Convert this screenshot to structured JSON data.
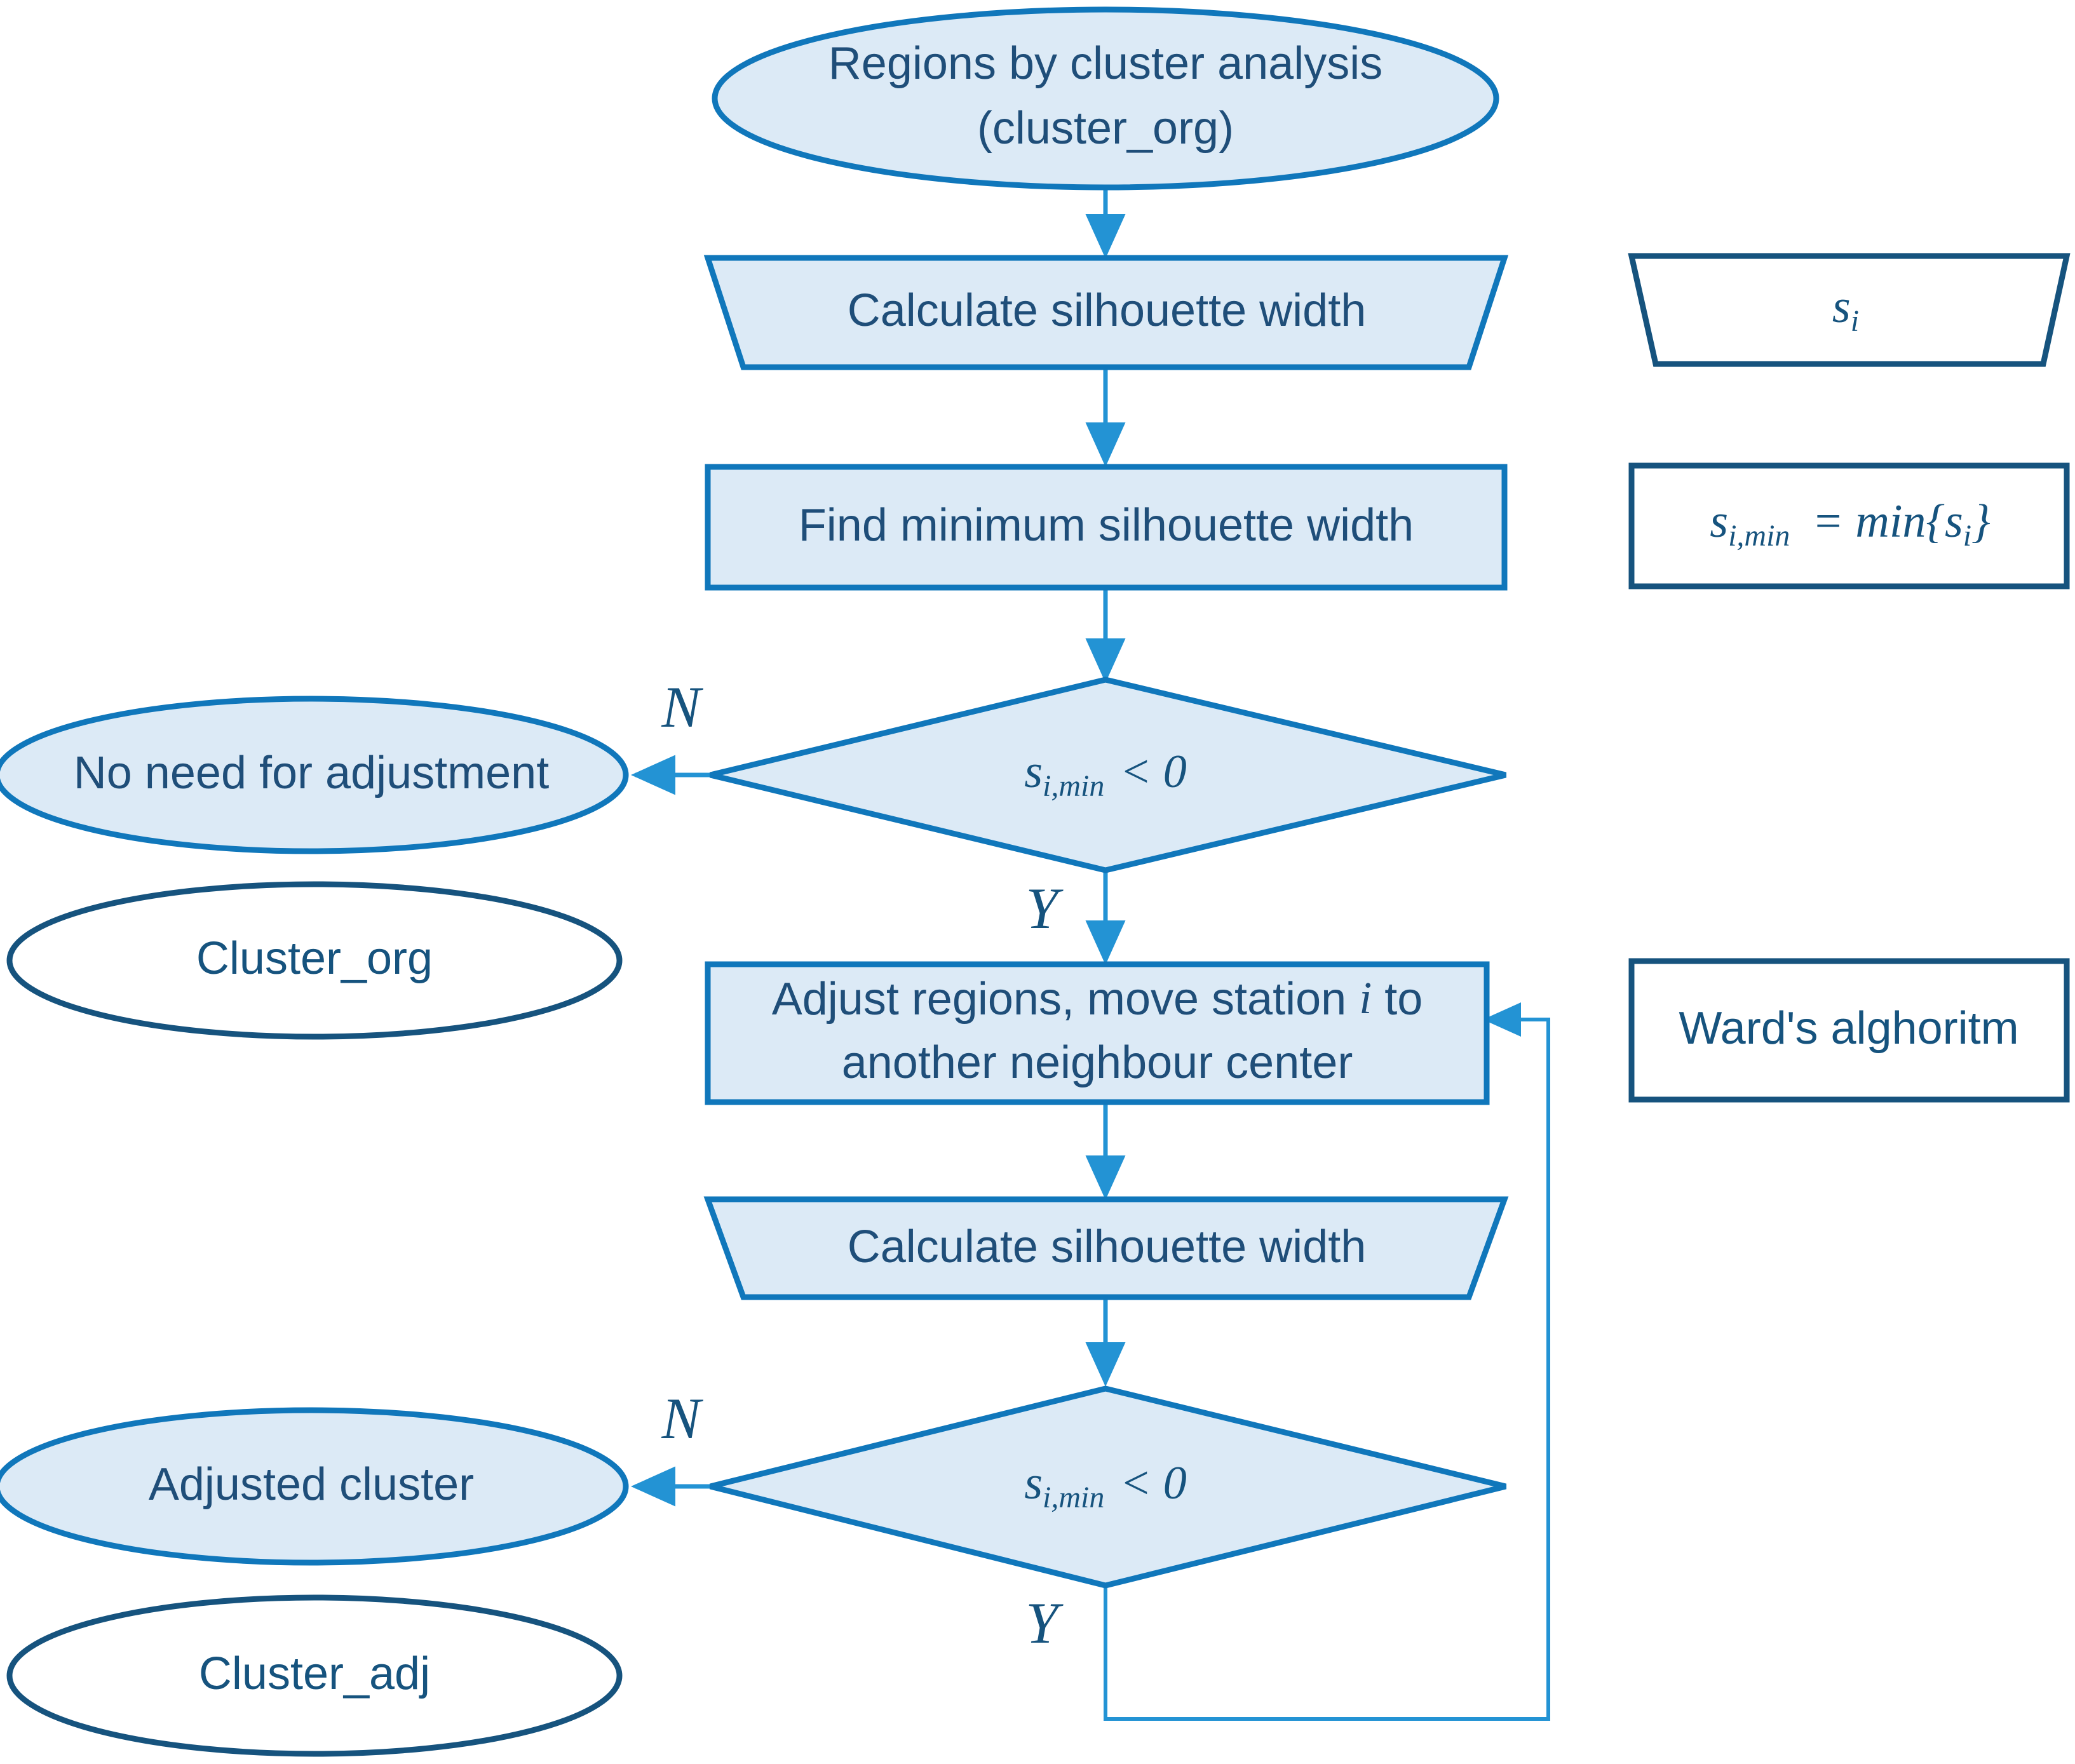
{
  "diagram": {
    "title": "Silhouette-width based cluster adjustment flowchart",
    "colors": {
      "fill_light_blue": "#dceaf6",
      "stroke_blue": "#1077bb",
      "stroke_navy": "#16537e",
      "connector_blue": "#2393d4",
      "text_navy": "#1f4e79",
      "background": "#ffffff"
    },
    "nodes": [
      {
        "id": "start-ellipse",
        "shape": "ellipse",
        "style": "filled",
        "lines": [
          "Regions by cluster analysis",
          "(cluster_org)"
        ]
      },
      {
        "id": "calc-silhouette-1",
        "shape": "trapezoid",
        "style": "filled",
        "lines": [
          "Calculate silhouette width"
        ]
      },
      {
        "id": "find-min-silhouette",
        "shape": "rectangle",
        "style": "filled",
        "lines": [
          "Find minimum silhouette width"
        ]
      },
      {
        "id": "decision-1",
        "shape": "diamond",
        "style": "filled",
        "math": "s_i,min < 0",
        "math_base": "s",
        "math_sub": "i,min",
        "math_tail": "< 0"
      },
      {
        "id": "no-need-ellipse",
        "shape": "ellipse",
        "style": "filled",
        "lines": [
          "No need for adjustment"
        ]
      },
      {
        "id": "cluster-org-ellipse",
        "shape": "ellipse",
        "style": "outline",
        "lines": [
          "Cluster_org"
        ]
      },
      {
        "id": "adjust-regions",
        "shape": "rectangle",
        "style": "filled",
        "lines": [
          "Adjust regions, move station i to",
          "another neighbour center"
        ],
        "line1_pre": "Adjust regions, move station ",
        "line1_italic": "i",
        "line1_post": " to",
        "line2": "another neighbour center"
      },
      {
        "id": "calc-silhouette-2",
        "shape": "trapezoid",
        "style": "filled",
        "lines": [
          "Calculate silhouette width"
        ]
      },
      {
        "id": "decision-2",
        "shape": "diamond",
        "style": "filled",
        "math": "s_i,min < 0",
        "math_base": "s",
        "math_sub": "i,min",
        "math_tail": "< 0"
      },
      {
        "id": "adjusted-cluster-ellipse",
        "shape": "ellipse",
        "style": "filled",
        "lines": [
          "Adjusted cluster"
        ]
      },
      {
        "id": "cluster-adj-ellipse",
        "shape": "ellipse",
        "style": "outline",
        "lines": [
          "Cluster_adj"
        ]
      },
      {
        "id": "legend-si-trapezoid",
        "shape": "trapezoid",
        "style": "outline",
        "math_base": "s",
        "math_sub": "i"
      },
      {
        "id": "legend-formula-box",
        "shape": "rectangle",
        "style": "outline",
        "formula": "s_i,min = min{s_i}",
        "f_base1": "s",
        "f_sub1": "i,min",
        "f_op": " = ",
        "f_fn": "min",
        "f_open": "{",
        "f_base2": "s",
        "f_sub2": "i",
        "f_close": "}"
      },
      {
        "id": "legend-ward-box",
        "shape": "rectangle",
        "style": "outline",
        "lines": [
          "Ward's alghoritm"
        ]
      }
    ],
    "edge_labels": {
      "no_1": "N",
      "yes_1": "Y",
      "no_2": "N",
      "yes_2": "Y"
    }
  }
}
